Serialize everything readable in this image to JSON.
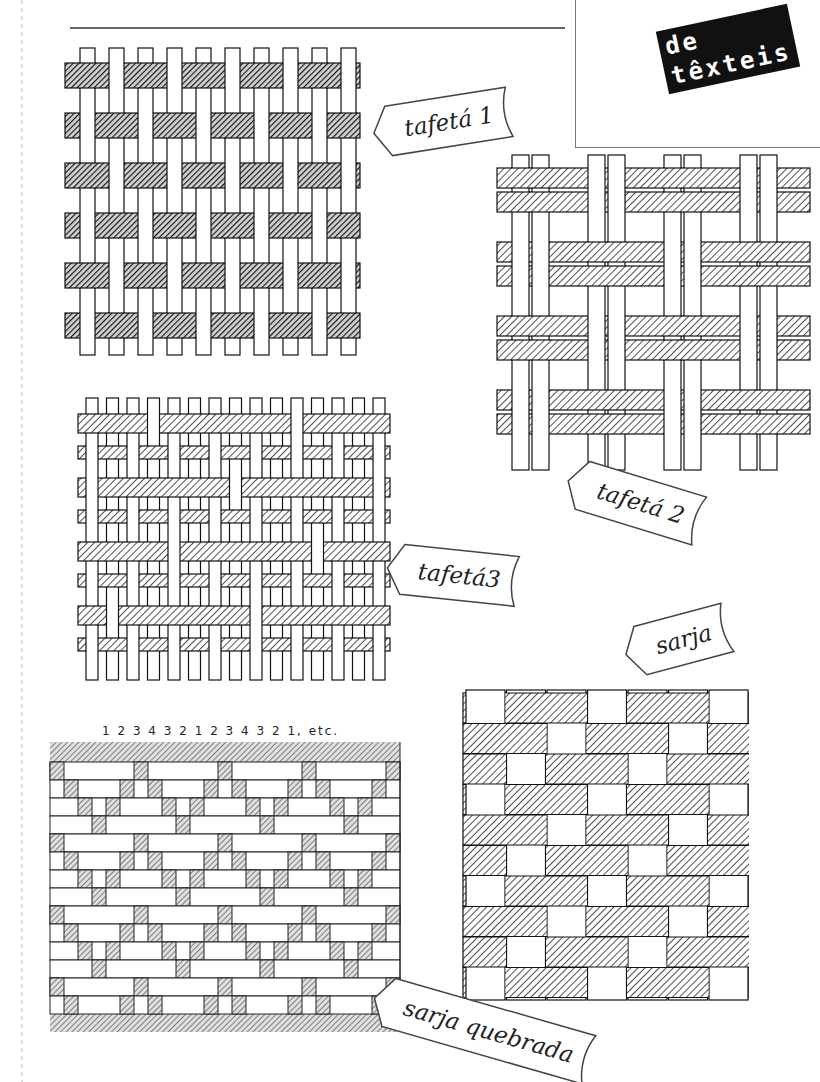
{
  "diagram": {
    "nodes": [
      {
        "text": [
          "de têxteis"
        ]
      },
      {
        "text": [
          "tafetá 1"
        ]
      },
      {
        "text": [
          "tafetá 2"
        ]
      },
      {
        "text": [
          "tafetá3"
        ]
      },
      {
        "text": [
          "sarja"
        ]
      },
      {
        "text": [
          "sarja quebrada"
        ]
      }
    ],
    "labels": [
      "1 2 3 4 3 2 1 2 3 4 3 2 1, etc."
    ]
  }
}
